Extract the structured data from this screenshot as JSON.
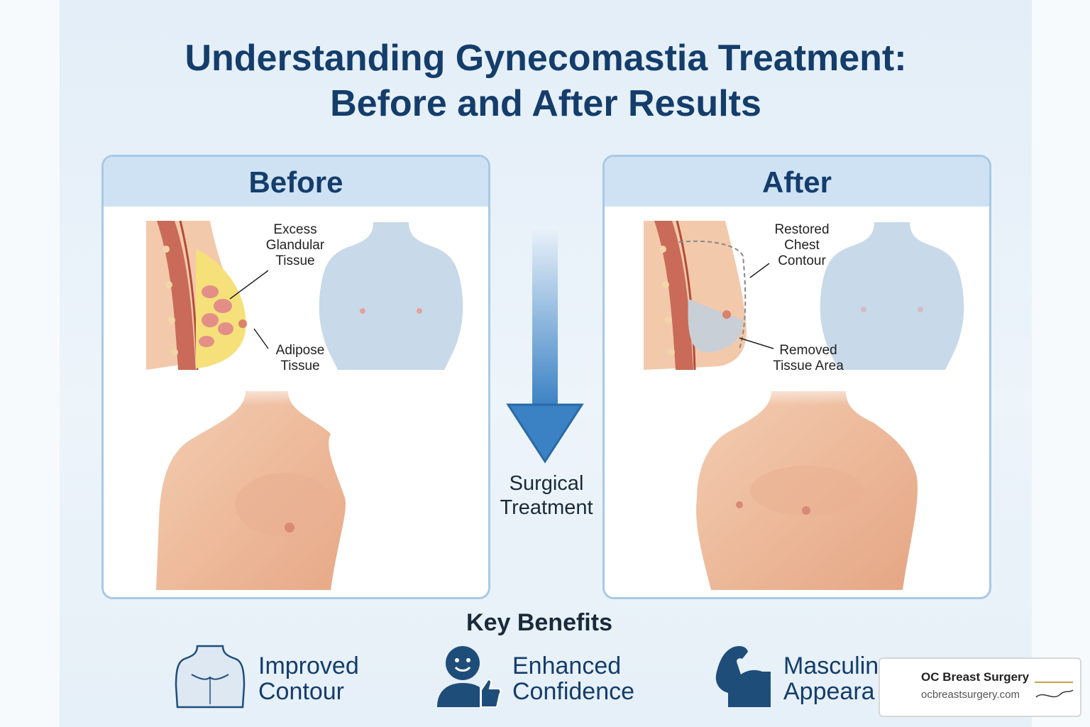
{
  "title": {
    "line1": "Understanding Gynecomastia Treatment:",
    "line2": "Before and After Results"
  },
  "before": {
    "heading": "Before",
    "label_glandular": "Excess\nGlandular\nTissue",
    "label_adipose": "Adipose\nTissue"
  },
  "after": {
    "heading": "After",
    "label_contour": "Restored\nChest\nContour",
    "label_removed": "Removed\nTissue Area"
  },
  "treatment": {
    "label": "Surgical\nTreatment"
  },
  "benefits": {
    "title": "Key Benefits",
    "items": [
      {
        "label": "Improved\nContour",
        "icon": "torso-outline-icon"
      },
      {
        "label": "Enhanced\nConfidence",
        "icon": "thumbs-up-person-icon"
      },
      {
        "label": "Masculin\nAppeara",
        "icon": "flexed-arm-icon"
      }
    ]
  },
  "watermark": {
    "name": "OC Breast Surgery",
    "url": "ocbreastsurgery.com"
  },
  "colors": {
    "navy": "#143d6b",
    "panel_header": "#cfe2f4",
    "panel_border": "#a8c9e6",
    "skin": "#f1c2a3",
    "arrow": "#3b82c4"
  }
}
